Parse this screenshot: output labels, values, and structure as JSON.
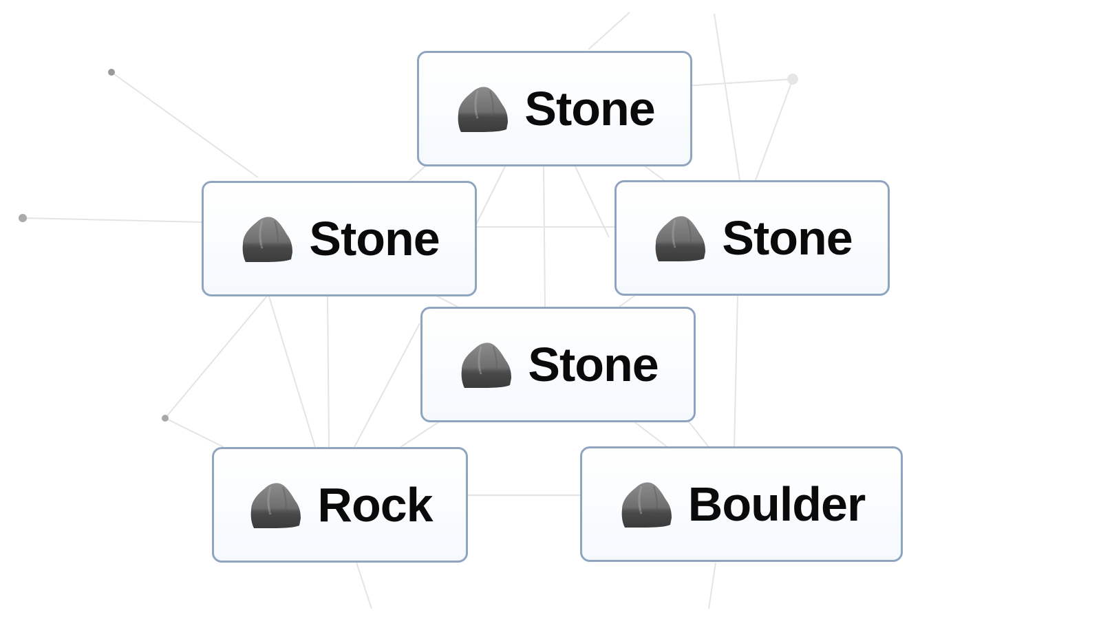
{
  "game": {
    "elements": [
      {
        "id": "stone-top",
        "label": "Stone",
        "icon": "rock-icon"
      },
      {
        "id": "stone-left",
        "label": "Stone",
        "icon": "rock-icon"
      },
      {
        "id": "stone-right",
        "label": "Stone",
        "icon": "rock-icon"
      },
      {
        "id": "stone-middle",
        "label": "Stone",
        "icon": "rock-icon"
      },
      {
        "id": "rock",
        "label": "Rock",
        "icon": "rock-icon"
      },
      {
        "id": "boulder",
        "label": "Boulder",
        "icon": "rock-icon"
      }
    ]
  },
  "colors": {
    "tile_border": "#8fa4bf",
    "connection_line": "#e3e3e3",
    "node_dot": "#9a9a9a"
  }
}
